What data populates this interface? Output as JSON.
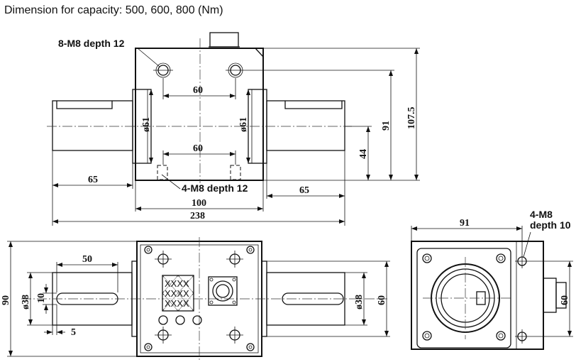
{
  "caption": "Dimension for capacity: 500, 600, 800 (Nm)",
  "top_view": {
    "note_holes_top": "8-M8 depth 12",
    "note_holes_bottom": "4-M8 depth 12",
    "dim_60_upper": "60",
    "dim_60_lower": "60",
    "dim_dia61_left": "ø61",
    "dim_dia61_right": "ø61",
    "dim_65_left": "65",
    "dim_65_right": "65",
    "dim_100": "100",
    "dim_238": "238",
    "dim_91": "91",
    "dim_107_5": "107.5",
    "dim_44": "44"
  },
  "front_view": {
    "dim_50": "50",
    "dim_dia38_left": "ø38",
    "dim_dia38_right": "ø38",
    "dim_10": "10",
    "dim_5": "5",
    "dim_90": "90",
    "dim_60": "60",
    "label_plate": [
      "XXXX",
      "XXXX",
      "XXXX"
    ]
  },
  "side_view": {
    "dim_91": "91",
    "note_m8": "4-M8",
    "note_depth": "depth 10",
    "dim_60": "60"
  }
}
